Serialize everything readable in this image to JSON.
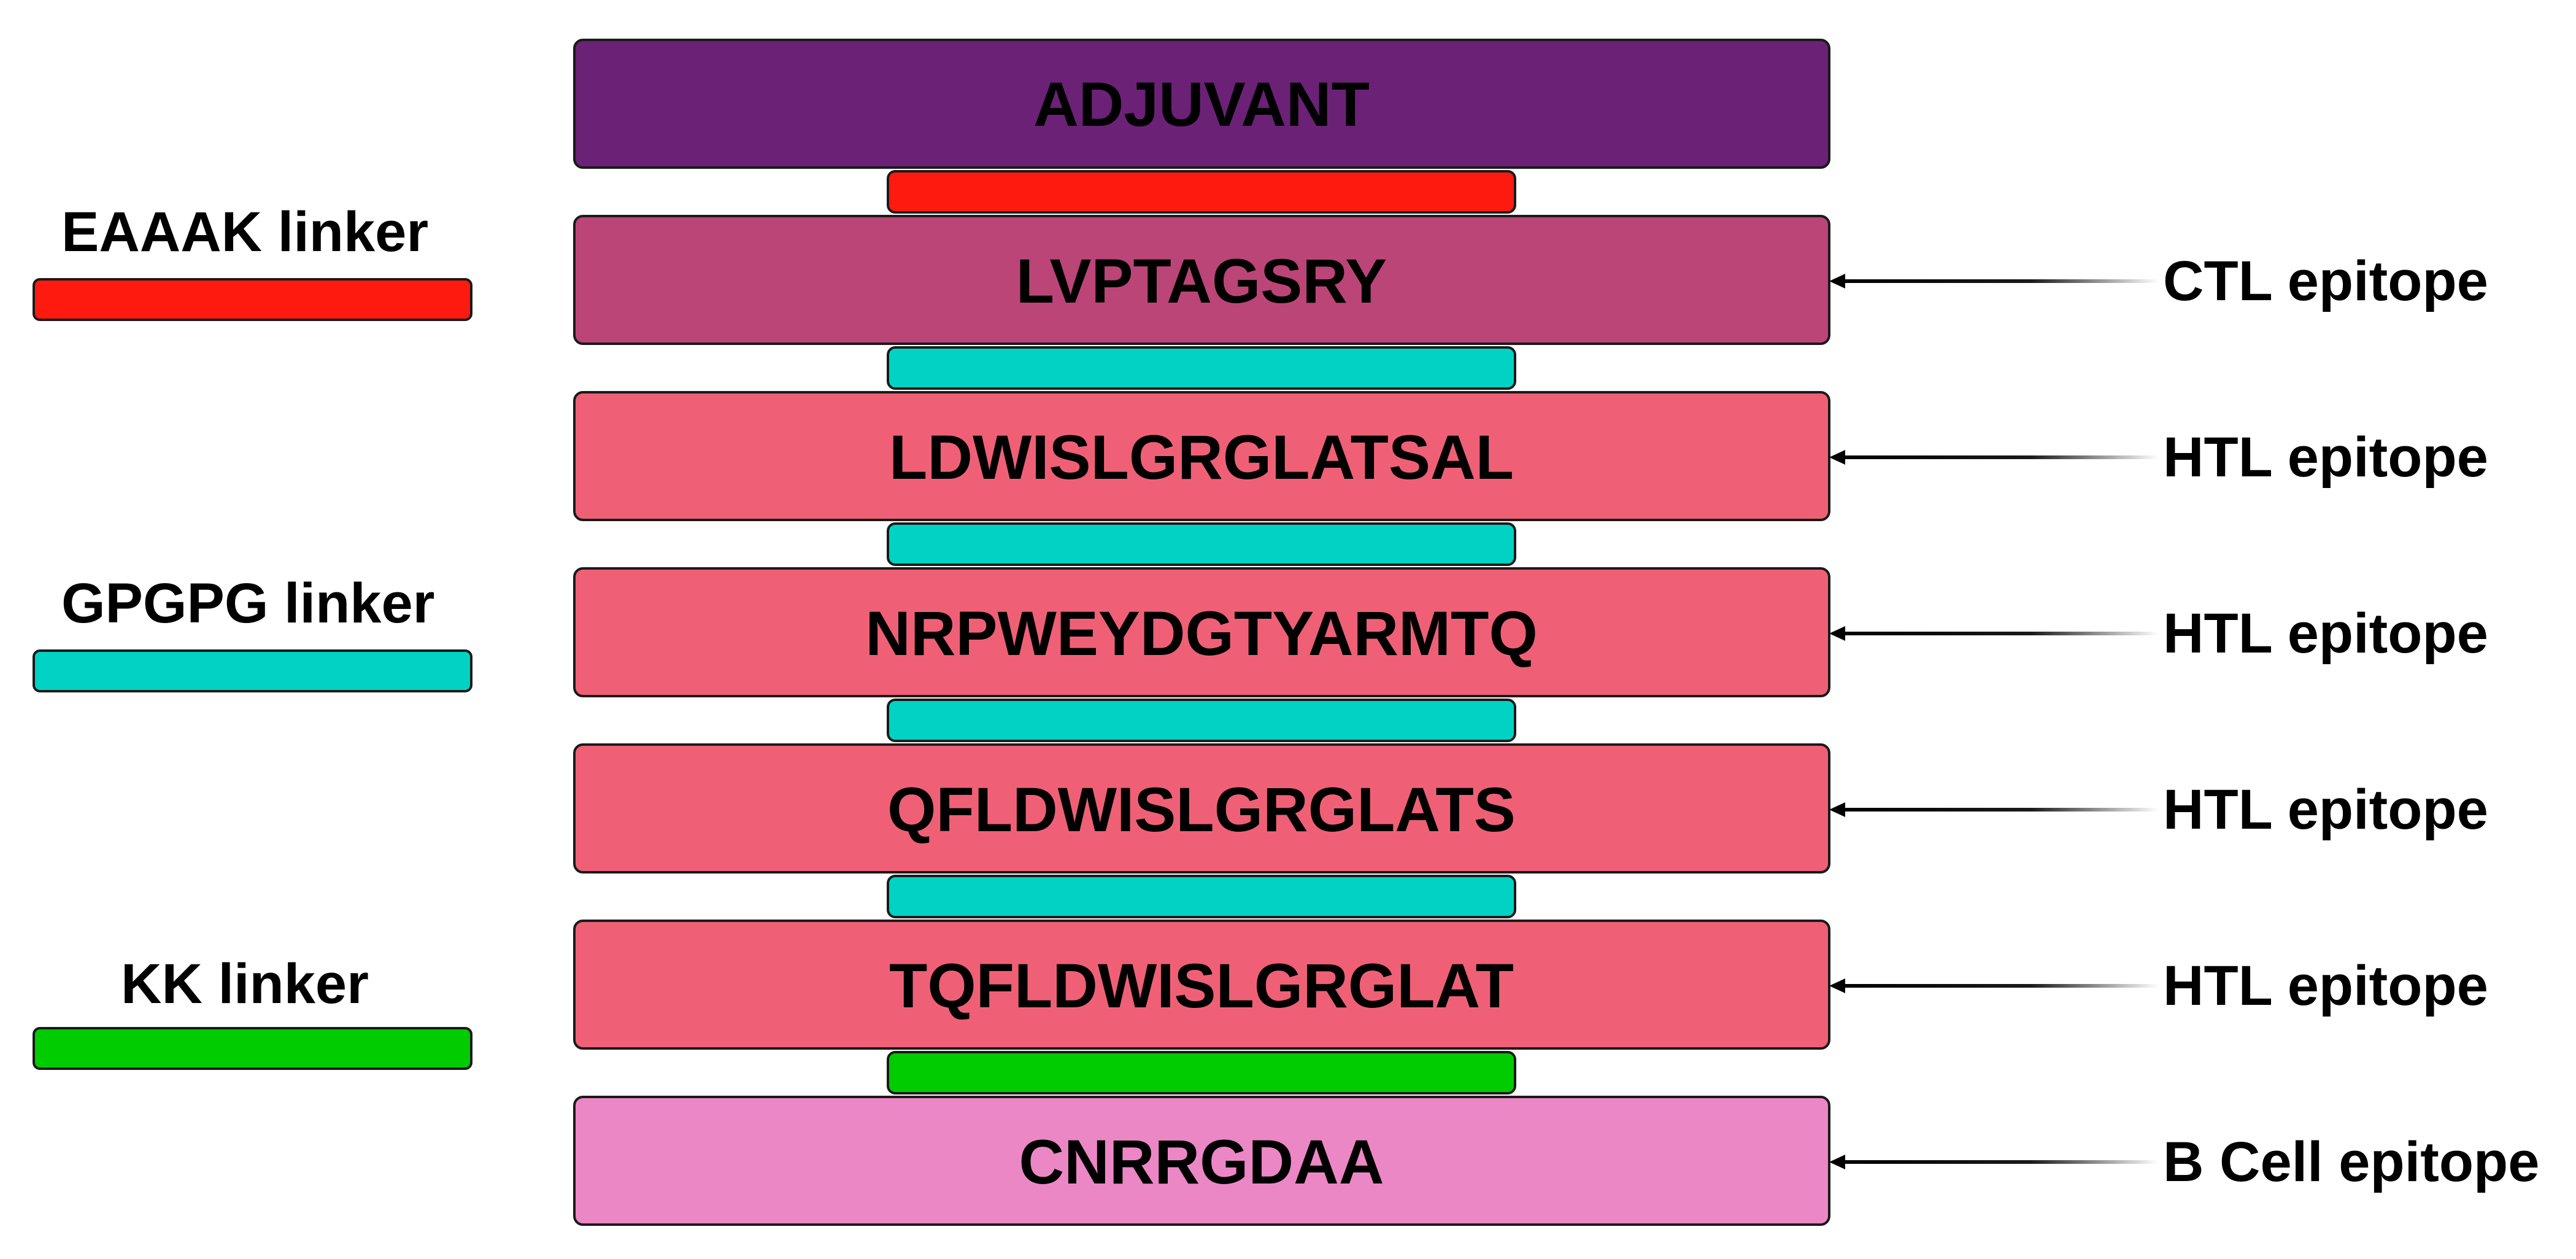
{
  "construct": {
    "adjuvant": {
      "label": "ADJUVANT",
      "color": "#6b2176"
    },
    "epitopes": [
      {
        "sequence": "LVPTAGSRY",
        "type_label": "CTL epitope",
        "color": "#bb4577"
      },
      {
        "sequence": "LDWISLGRGLATSAL",
        "type_label": "HTL epitope",
        "color": "#ef6076"
      },
      {
        "sequence": "NRPWEYDGTYARMTQ",
        "type_label": "HTL epitope",
        "color": "#ef6076"
      },
      {
        "sequence": "QFLDWISLGRGLATS",
        "type_label": "HTL epitope",
        "color": "#ef6076"
      },
      {
        "sequence": "TQFLDWISLGRGLAT",
        "type_label": "HTL epitope",
        "color": "#ef6076"
      },
      {
        "sequence": "CNRRGDAA",
        "type_label": "B Cell epitope",
        "color": "#ec87c6"
      }
    ],
    "linker_sequence": [
      "EAAAK",
      "GPGPG",
      "GPGPG",
      "GPGPG",
      "GPGPG",
      "KK"
    ]
  },
  "legend": [
    {
      "key": "EAAAK",
      "label": "EAAAK linker",
      "color": "#ff1a0f"
    },
    {
      "key": "GPGPG",
      "label": "GPGPG linker",
      "color": "#00d3c4"
    },
    {
      "key": "KK",
      "label": "KK linker",
      "color": "#00cc00"
    }
  ]
}
